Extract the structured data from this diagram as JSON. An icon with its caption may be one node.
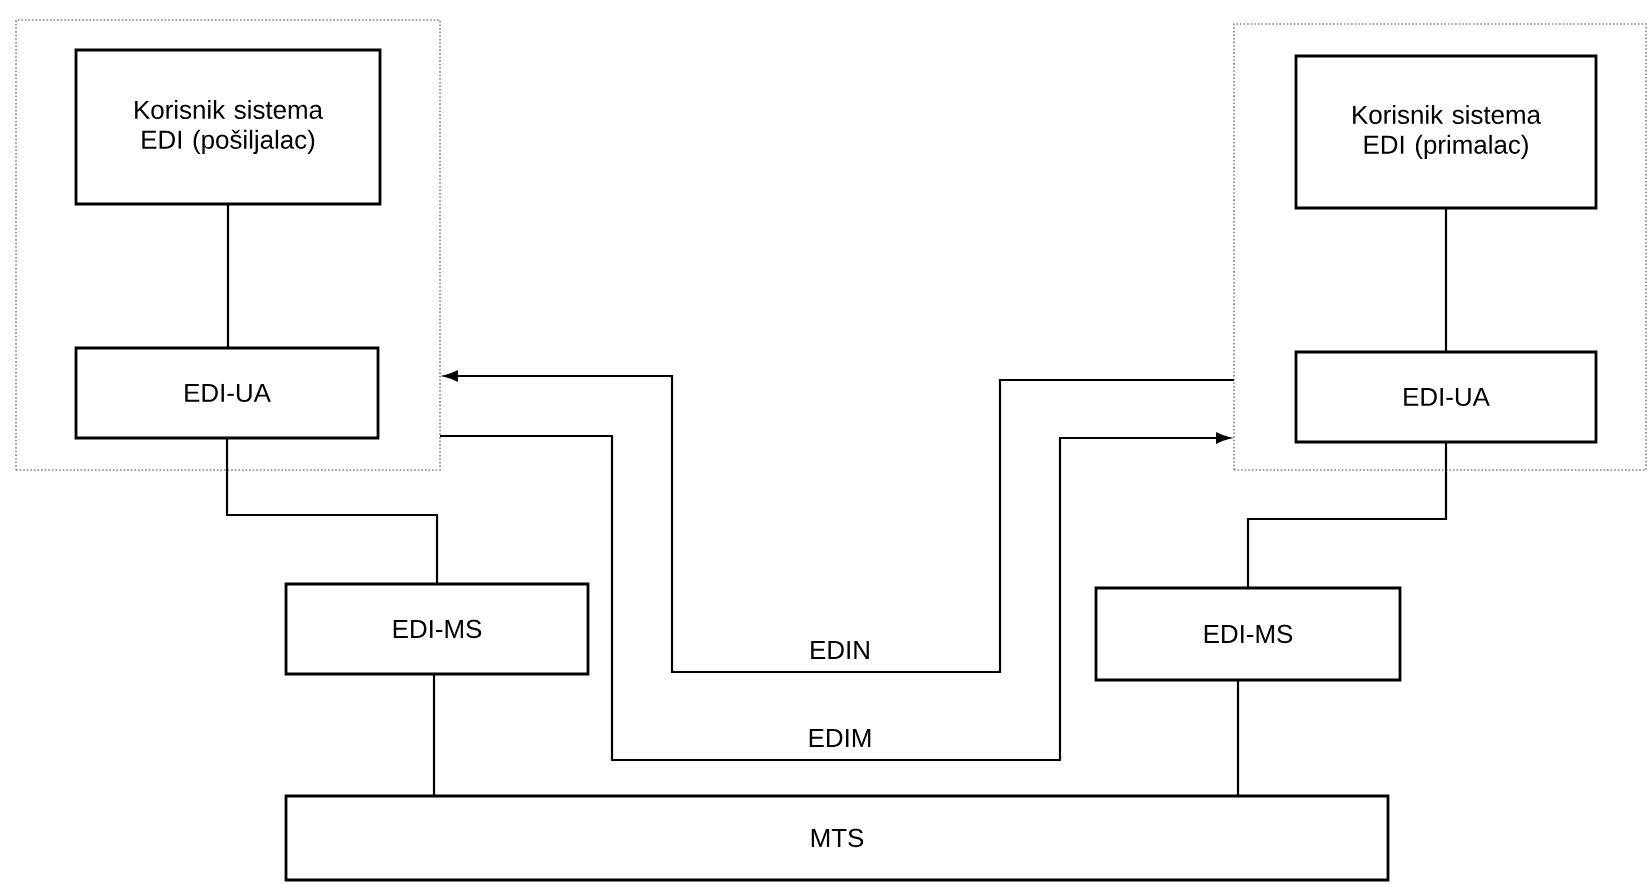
{
  "diagram": {
    "nodes": [
      {
        "text": [],
        "shape": "box"
      },
      {
        "text": [
          "Korisnik sistema EDI (pošiljalac)"
        ],
        "in": 0
      },
      {
        "text": [
          "EDI-UA"
        ],
        "in": 0
      },
      {
        "text": [],
        "shape": "box"
      },
      {
        "text": [
          "Korisnik sistema EDI (primalac)"
        ],
        "in": 3
      },
      {
        "text": [
          "EDI-UA"
        ],
        "in": 3
      },
      {
        "text": [
          "EDI-MS"
        ]
      },
      {
        "text": [
          "EDI-MS"
        ]
      },
      {
        "text": [
          "MTS"
        ]
      }
    ],
    "edges": [
      {
        "from": 1,
        "to": 2,
        "arrow": "none"
      },
      {
        "from": 4,
        "to": 5,
        "arrow": "none"
      },
      {
        "from": 2,
        "to": 6,
        "arrow": "none"
      },
      {
        "from": 5,
        "to": 7,
        "arrow": "none"
      },
      {
        "from": 6,
        "to": 8,
        "arrow": "none"
      },
      {
        "from": 7,
        "to": 8,
        "arrow": "none"
      },
      {
        "from": 3,
        "to": 0,
        "arrow": "to",
        "label": "EDIN"
      },
      {
        "from": 0,
        "to": 3,
        "arrow": "to",
        "label": "EDIM"
      }
    ]
  }
}
